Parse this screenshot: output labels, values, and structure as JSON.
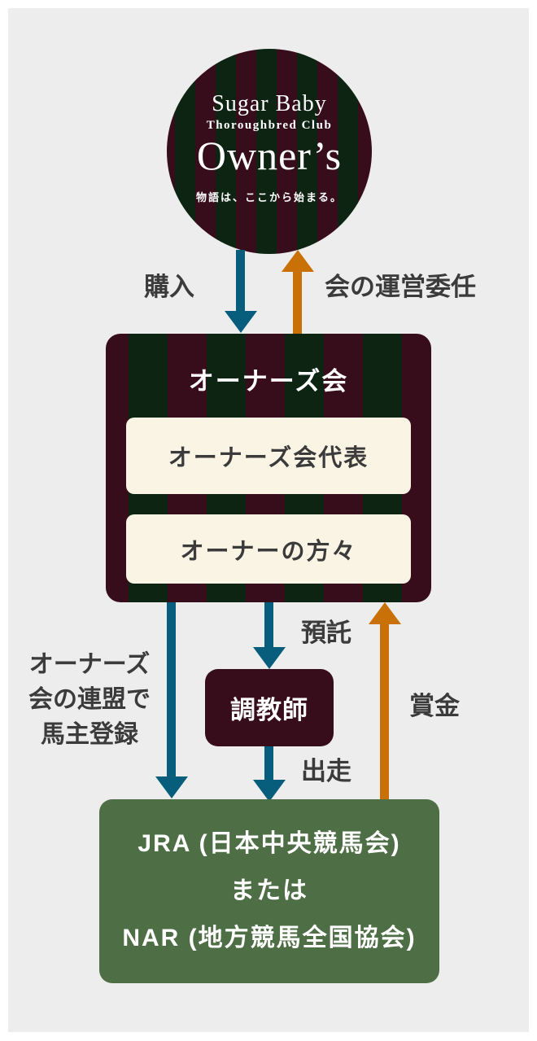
{
  "colors": {
    "page_bg": "#ffffff",
    "canvas_bg": "#ededed",
    "stripe_maroon": "#380d1b",
    "stripe_green": "#0d2412",
    "inner_cream": "#faf4e4",
    "label_text": "#3b3b3b",
    "arrow_blue": "#075e7c",
    "arrow_orange": "#c97006",
    "racing_green": "#4e6e45"
  },
  "logo": {
    "brand_line1": "Sugar Baby",
    "brand_line2": "Thoroughbred Club",
    "brand_line3": "Owner’s",
    "tagline": "物語は、ここから始まる。"
  },
  "labels": {
    "purchase": "購入",
    "delegation": "会の運営委任",
    "registration_line1": "オーナーズ",
    "registration_line2": "会の連盟で",
    "registration_line3": "馬主登録",
    "deposit": "預託",
    "entry": "出走",
    "prize": "賞金"
  },
  "owners_club": {
    "title": "オーナーズ会",
    "representative": "オーナーズ会代表",
    "members": "オーナーの方々"
  },
  "trainer": {
    "label": "調教師"
  },
  "racing_org": {
    "line1": "JRA (日本中央競馬会)",
    "line2": "または",
    "line3": "NAR (地方競馬全国協会)"
  }
}
